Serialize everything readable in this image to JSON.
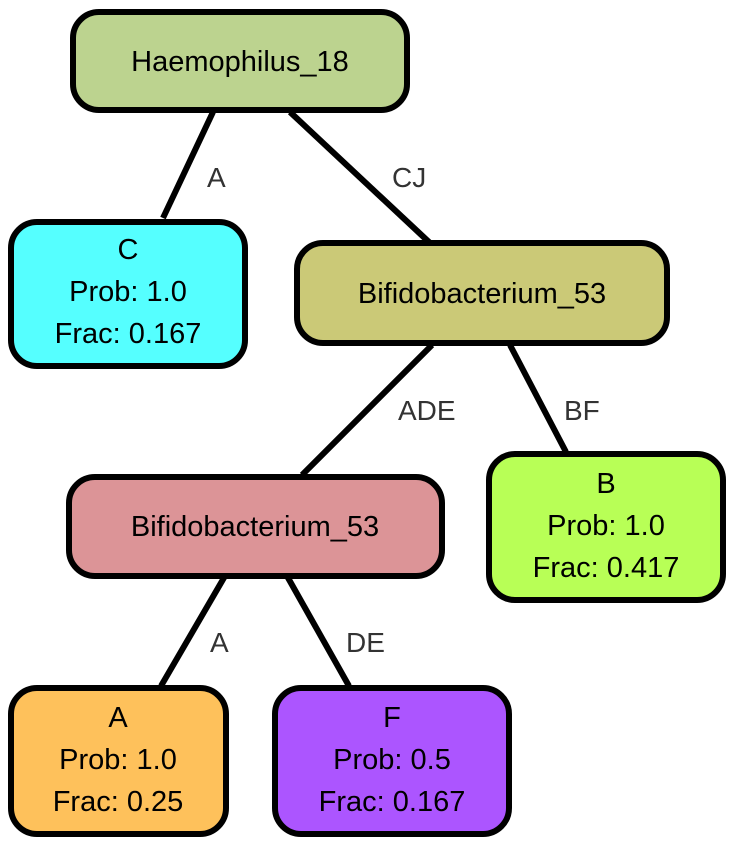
{
  "nodes": {
    "root": {
      "label": "Haemophilus_18",
      "color": "#bcd38f"
    },
    "c": {
      "label": "C",
      "prob": "Prob: 1.0",
      "frac": "Frac: 0.167",
      "color": "#55ffff"
    },
    "bif_top": {
      "label": "Bifidobacterium_53",
      "color": "#cbc977"
    },
    "bif_mid": {
      "label": "Bifidobacterium_53",
      "color": "#dc9497"
    },
    "b": {
      "label": "B",
      "prob": "Prob: 1.0",
      "frac": "Frac: 0.417",
      "color": "#b8ff56"
    },
    "a": {
      "label": "A",
      "prob": "Prob: 1.0",
      "frac": "Frac: 0.25",
      "color": "#fec15b"
    },
    "f": {
      "label": "F",
      "prob": "Prob: 0.5",
      "frac": "Frac: 0.167",
      "color": "#ac55ff"
    }
  },
  "edges": {
    "root_c": "A",
    "root_bif_top": "CJ",
    "bif_top_bif_mid": "ADE",
    "bif_top_b": "BF",
    "bif_mid_a": "A",
    "bif_mid_f": "DE"
  }
}
